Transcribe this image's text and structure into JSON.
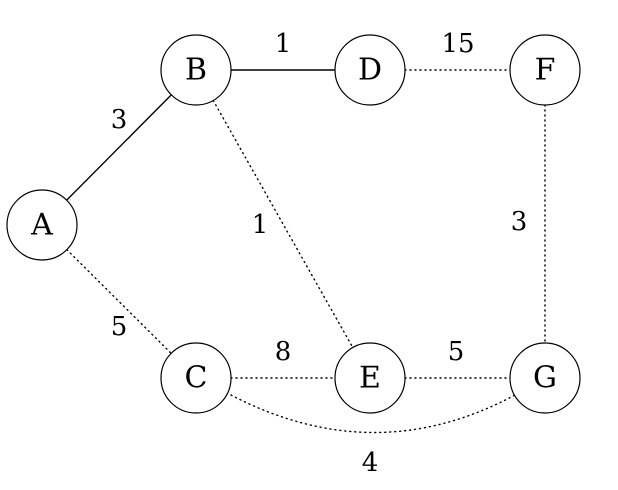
{
  "nodes": [
    {
      "id": "A",
      "label": "A"
    },
    {
      "id": "B",
      "label": "B"
    },
    {
      "id": "C",
      "label": "C"
    },
    {
      "id": "D",
      "label": "D"
    },
    {
      "id": "E",
      "label": "E"
    },
    {
      "id": "F",
      "label": "F"
    },
    {
      "id": "G",
      "label": "G"
    }
  ],
  "edges": [
    {
      "id": "a-b",
      "from": "A",
      "to": "B",
      "weight": "3",
      "style": "solid"
    },
    {
      "id": "b-d",
      "from": "B",
      "to": "D",
      "weight": "1",
      "style": "solid"
    },
    {
      "id": "d-f",
      "from": "D",
      "to": "F",
      "weight": "15",
      "style": "dotted"
    },
    {
      "id": "b-e",
      "from": "B",
      "to": "E",
      "weight": "1",
      "style": "dotted"
    },
    {
      "id": "a-c",
      "from": "A",
      "to": "C",
      "weight": "5",
      "style": "dotted"
    },
    {
      "id": "c-e",
      "from": "C",
      "to": "E",
      "weight": "8",
      "style": "dotted"
    },
    {
      "id": "e-g",
      "from": "E",
      "to": "G",
      "weight": "5",
      "style": "dotted"
    },
    {
      "id": "f-g",
      "from": "F",
      "to": "G",
      "weight": "3",
      "style": "dotted"
    },
    {
      "id": "c-g",
      "from": "C",
      "to": "G",
      "weight": "4",
      "style": "dotted"
    }
  ],
  "colors": {
    "stroke": "#000000",
    "background": "#ffffff"
  }
}
